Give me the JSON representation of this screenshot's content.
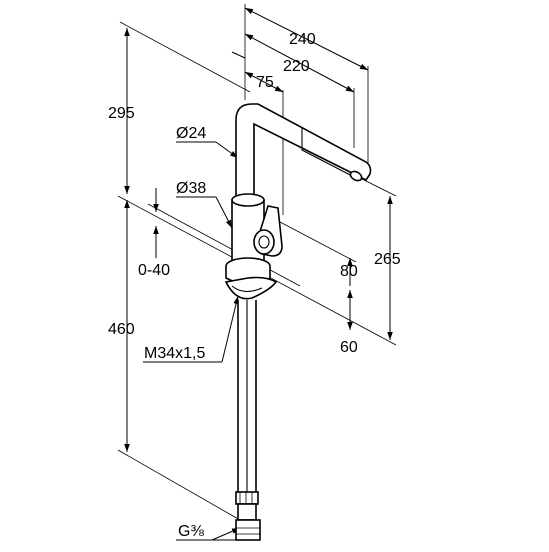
{
  "diagram": {
    "subject": "single-lever kitchen faucet with pull-out spray, dimensional drawing",
    "units_note": "",
    "dimensions": {
      "reach_total": "240",
      "reach_spout": "220",
      "handle_offset": "75",
      "overall_height": "295",
      "spout_height": "265",
      "spout_diameter": "Ø24",
      "body_diameter": "Ø38",
      "deck_thickness": "0-40",
      "handle_height": "80",
      "base_height": "60",
      "hose_length": "460",
      "thread": "M34x1,5",
      "connection": "G⅜"
    }
  }
}
